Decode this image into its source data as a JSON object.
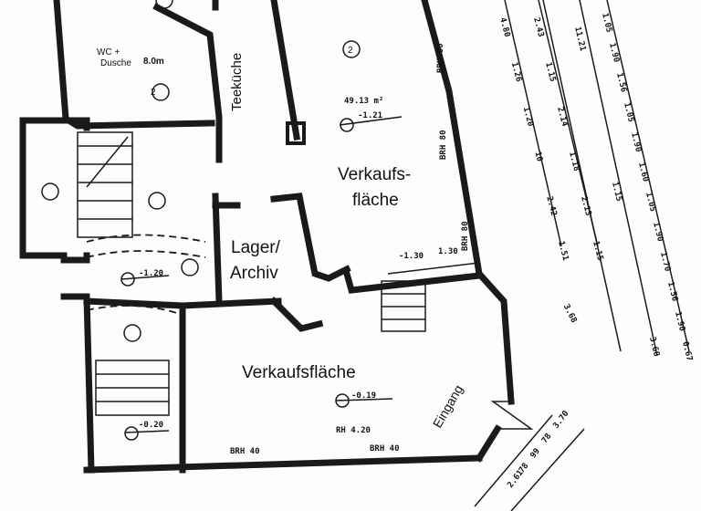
{
  "rooms": {
    "wc": "WC +",
    "wc2": "Dusche",
    "wc_size": "8.0m",
    "teekueche": "Teeküche",
    "verkauf_upper_1": "Verkaufs-",
    "verkauf_upper_2": "fläche",
    "lager_1": "Lager/",
    "lager_2": "Archiv",
    "verkauf_lower": "Verkaufsfläche",
    "eingang": "Eingang"
  },
  "annotations": {
    "area_upper": "49.13 m²",
    "level_upper": "-1.21",
    "level_stair": "-1.20",
    "level_lower": "-0.19",
    "level_entry": "-0.20",
    "room_height": "RH 4.20",
    "level_step_1": "-1.30",
    "level_step_2": "1.30",
    "brh_1": "BRH 80",
    "brh_2": "BRH 80",
    "brh_3": "BRH 80",
    "brh_4": "BRH 40",
    "brh_5": "BRH 40",
    "marker": "2"
  },
  "dimensions": {
    "line_a": [
      "4.80",
      "1.26",
      "1.20",
      "10",
      "2.42",
      "1.51"
    ],
    "line_b": [
      "2.43",
      "1.15",
      "2.14",
      "1.18",
      "2.13",
      "1.15"
    ],
    "line_c": [
      "11.21",
      "1.15",
      "3.68"
    ],
    "line_d": [
      "1.05",
      "1.90",
      "1.56",
      "1.05",
      "1.90",
      "1.60",
      "1.05",
      "1.90",
      "1.70",
      "1.56",
      "1.90",
      "0.67"
    ],
    "line_e": [
      "3.68"
    ],
    "entry": [
      "2.61",
      "78",
      "99",
      "78",
      "3.70"
    ]
  }
}
